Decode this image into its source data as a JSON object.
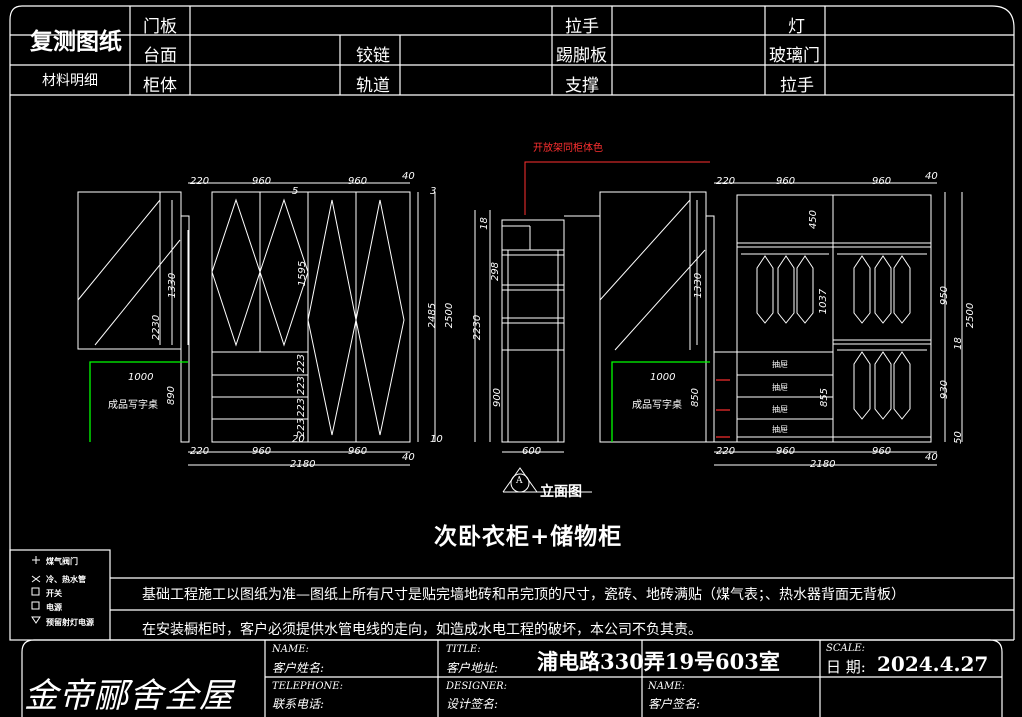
{
  "header": {
    "title": "复测图纸",
    "subtitle": "材料明细",
    "row1": [
      "门板",
      "拉手",
      "灯"
    ],
    "row2": [
      "台面",
      "铰链",
      "踢脚板",
      "玻璃门"
    ],
    "row3": [
      "柜体",
      "轨道",
      "支撑",
      "拉手"
    ]
  },
  "drawing": {
    "red_note": "开放架同柜体色",
    "view_label": "立面图",
    "view_marker": "A",
    "main_title": "次卧衣柜+储物柜",
    "product_text_left": "成品写字桌",
    "product_text_right": "成品写字桌",
    "drawer_label": "抽屉",
    "dims": {
      "left_top": [
        "220",
        "960",
        "960",
        "40"
      ],
      "left_bottom": [
        "220",
        "960",
        "960",
        "40"
      ],
      "left_total": "2180",
      "left_heights": [
        "1330",
        "2230",
        "1595",
        "2485",
        "2500"
      ],
      "left_small": [
        "223",
        "223",
        "223",
        "223",
        "3",
        "5",
        "10",
        "20"
      ],
      "left_desk": [
        "1000",
        "890"
      ],
      "mid_bottom": "600",
      "mid_heights": [
        "2230",
        "900",
        "18",
        "298"
      ],
      "right_top": [
        "220",
        "960",
        "960",
        "40"
      ],
      "right_bottom": [
        "220",
        "960",
        "960",
        "40"
      ],
      "right_total": "2180",
      "right_heights": [
        "450",
        "1037",
        "950",
        "930",
        "2500",
        "18",
        "50",
        "855",
        "850",
        "1330"
      ],
      "right_desk": "1000"
    }
  },
  "legend": {
    "items": [
      "煤气阀门",
      "冷、热水管",
      "开关",
      "电源",
      "预留射灯电源"
    ]
  },
  "notes": {
    "line1": "基础工程施工以图纸为准—图纸上所有尺寸是贴完墙地砖和吊完顶的尺寸，瓷砖、地砖满贴（煤气表；、热水器背面无背板）",
    "line2": "在安装橱柜时，客户必须提供水管电线的走向，如造成水电工程的破坏，本公司不负其责。"
  },
  "footer": {
    "company": "金帝郦舍全屋",
    "name_en": "NAME:",
    "name_cn": "客户姓名:",
    "tel_en": "TELEPHONE:",
    "tel_cn": "联系电话:",
    "title_en": "TITLE:",
    "addr_cn": "客户地址:",
    "address": "浦电路330弄19号603室",
    "designer_en": "DESIGNER:",
    "designer_cn": "设计签名:",
    "name2_en": "NAME:",
    "sign_cn": "客户签名:",
    "scale_en": "SCALE:",
    "date_label": "日 期:",
    "date": "2024.4.27"
  },
  "colors": {
    "line": "#ffffff",
    "green": "#00ff00",
    "red": "#ff3030",
    "bg": "#000000"
  }
}
